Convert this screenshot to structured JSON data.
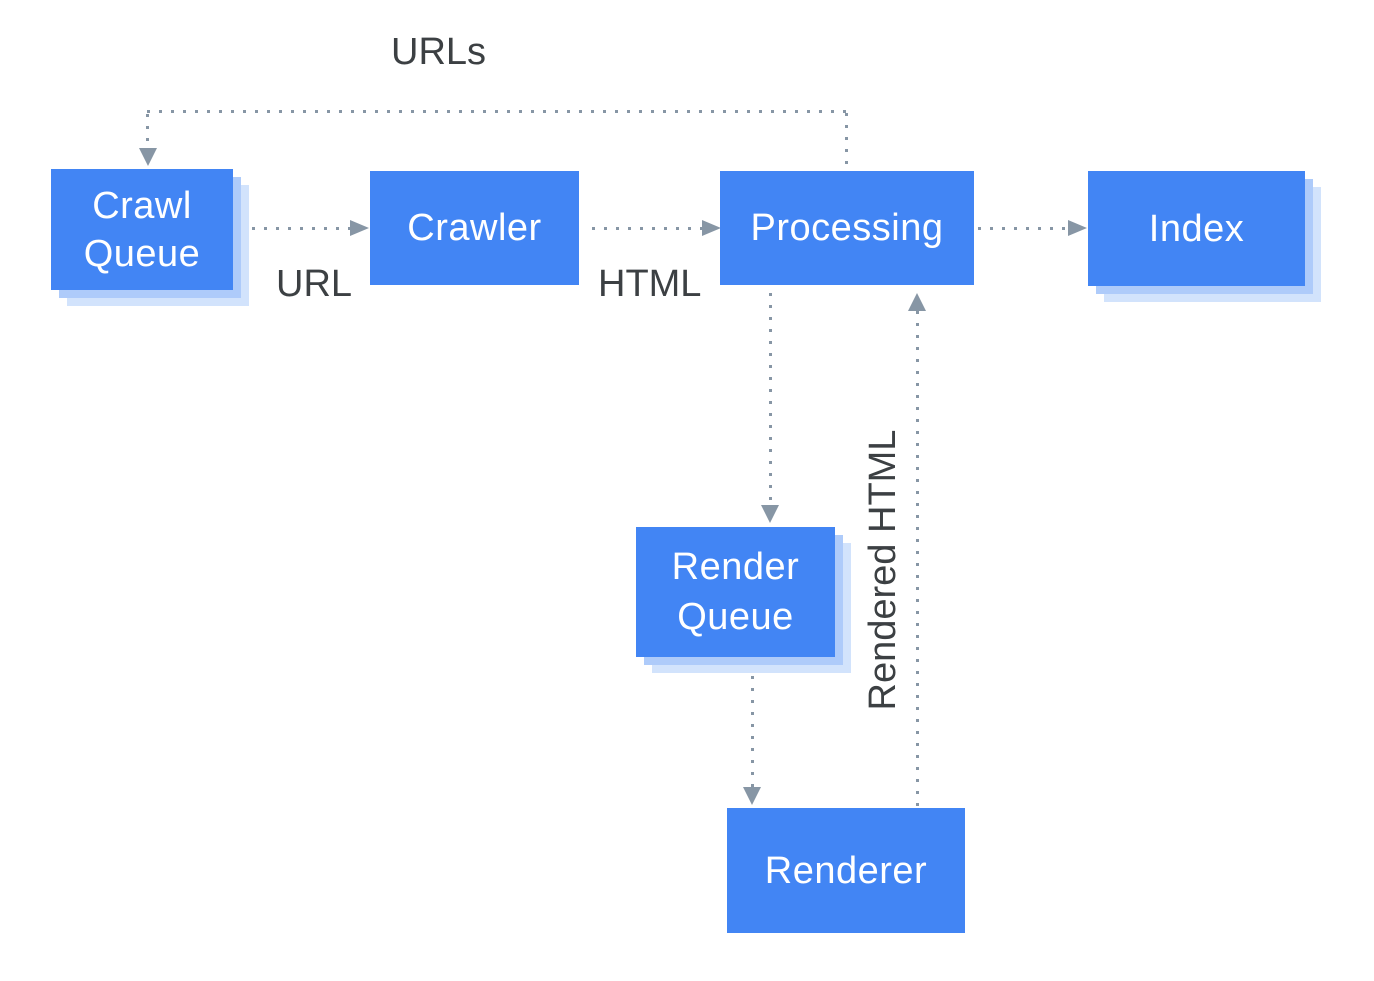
{
  "diagram": {
    "boxes": {
      "crawl_queue": {
        "line1": "Crawl",
        "line2": "Queue"
      },
      "crawler": {
        "label": "Crawler"
      },
      "processing": {
        "label": "Processing"
      },
      "index": {
        "label": "Index"
      },
      "render_queue": {
        "line1": "Render",
        "line2": "Queue"
      },
      "renderer": {
        "label": "Renderer"
      }
    },
    "edge_labels": {
      "urls": "URLs",
      "url": "URL",
      "html": "HTML",
      "rendered_html": "Rendered HTML"
    }
  },
  "colors": {
    "box_blue": "#4285F4",
    "shadow_mid": "#AECBFA",
    "shadow_light": "#D2E3FC",
    "arrow_gray": "#8796A5",
    "label_text": "#3C4043",
    "box_text": "#FFFFFF",
    "canvas_bg": "#FFFFFF"
  }
}
